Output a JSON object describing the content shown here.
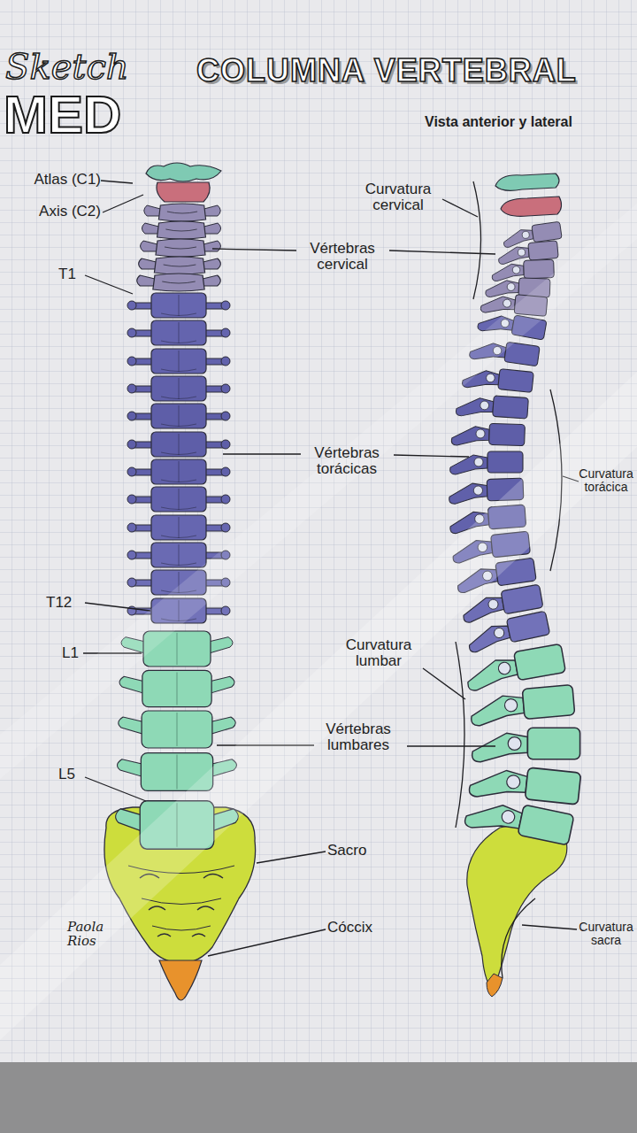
{
  "diagram": {
    "title": "COLUMNA VERTEBRAL",
    "labels": [
      "Sketch",
      "MED",
      "Vista anterior y lateral",
      "Atlas (C1)",
      "Axis (C2)",
      "Vértebras cervical",
      "Curvatura cervical",
      "T1",
      "Vértebras torácicas",
      "Curvatura torácica",
      "T12",
      "L1",
      "Curvatura lumbar",
      "Vértebras lumbares",
      "L5",
      "Sacro",
      "Cóccix",
      "Paola Rios",
      "Curvatura sacra"
    ]
  }
}
